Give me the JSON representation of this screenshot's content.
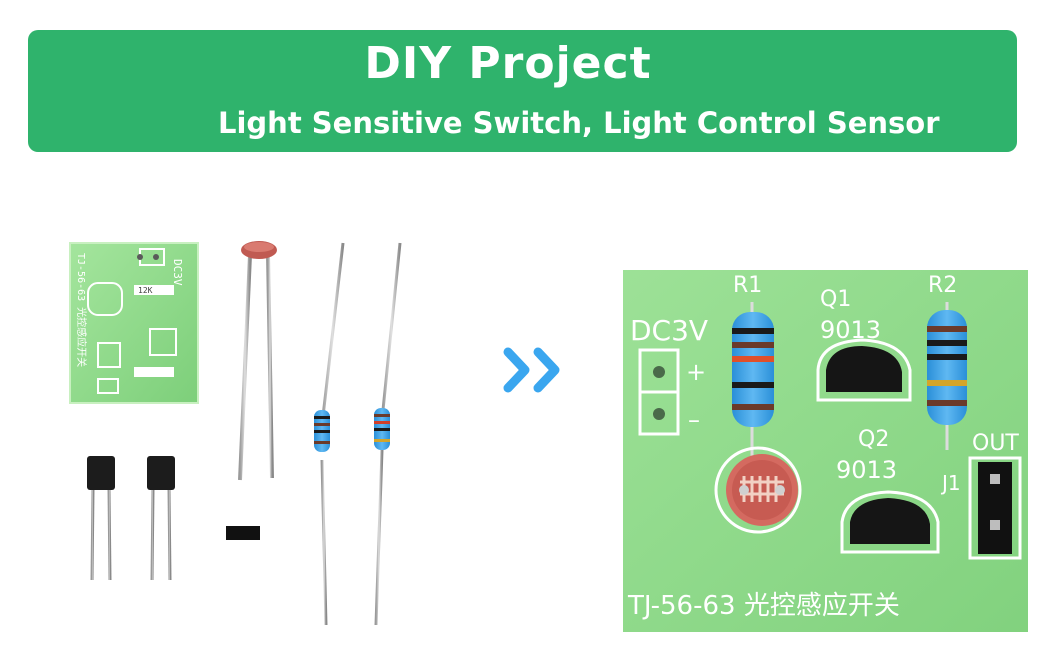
{
  "banner": {
    "title": "DIY Project",
    "subtitle": "Light Sensitive Switch, Light Control Sensor"
  },
  "board": {
    "silkscreen": {
      "power": "DC3V",
      "plus": "+",
      "minus": "–",
      "r1": "R1",
      "r2": "R2",
      "q1": "Q1",
      "q1_part": "9013",
      "q2": "Q2",
      "q2_part": "9013",
      "out": "OUT",
      "j1": "J1",
      "footer": "TJ-56-63 光控感应开关"
    }
  },
  "small_pcb": {
    "power": "DC3V",
    "r1_value": "12K",
    "footer": "TJ-56-63 光控感应开关"
  },
  "arrow_icon": "double-chevron-right-icon",
  "colors": {
    "banner": "#2fb36c",
    "pcb": "#8ed98a",
    "arrow": "#3aa6ef"
  }
}
